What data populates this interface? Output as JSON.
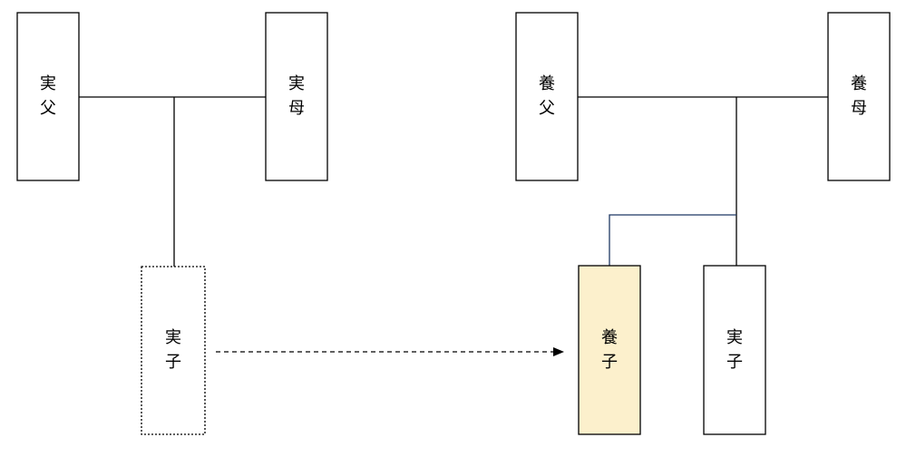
{
  "diagram": {
    "nodes": {
      "biological_father": {
        "char1": "実",
        "char2": "父"
      },
      "biological_mother": {
        "char1": "実",
        "char2": "母"
      },
      "biological_child": {
        "char1": "実",
        "char2": "子"
      },
      "adoptive_father": {
        "char1": "養",
        "char2": "父"
      },
      "adoptive_mother": {
        "char1": "養",
        "char2": "母"
      },
      "adopted_child": {
        "char1": "養",
        "char2": "子"
      },
      "natural_child": {
        "char1": "実",
        "char2": "子"
      }
    },
    "colors": {
      "box_border": "#000000",
      "box_fill": "#ffffff",
      "highlight_fill": "#fcf0cc",
      "connector": "#000000",
      "adoption_connector": "#1f3864",
      "arrow": "#000000"
    }
  }
}
